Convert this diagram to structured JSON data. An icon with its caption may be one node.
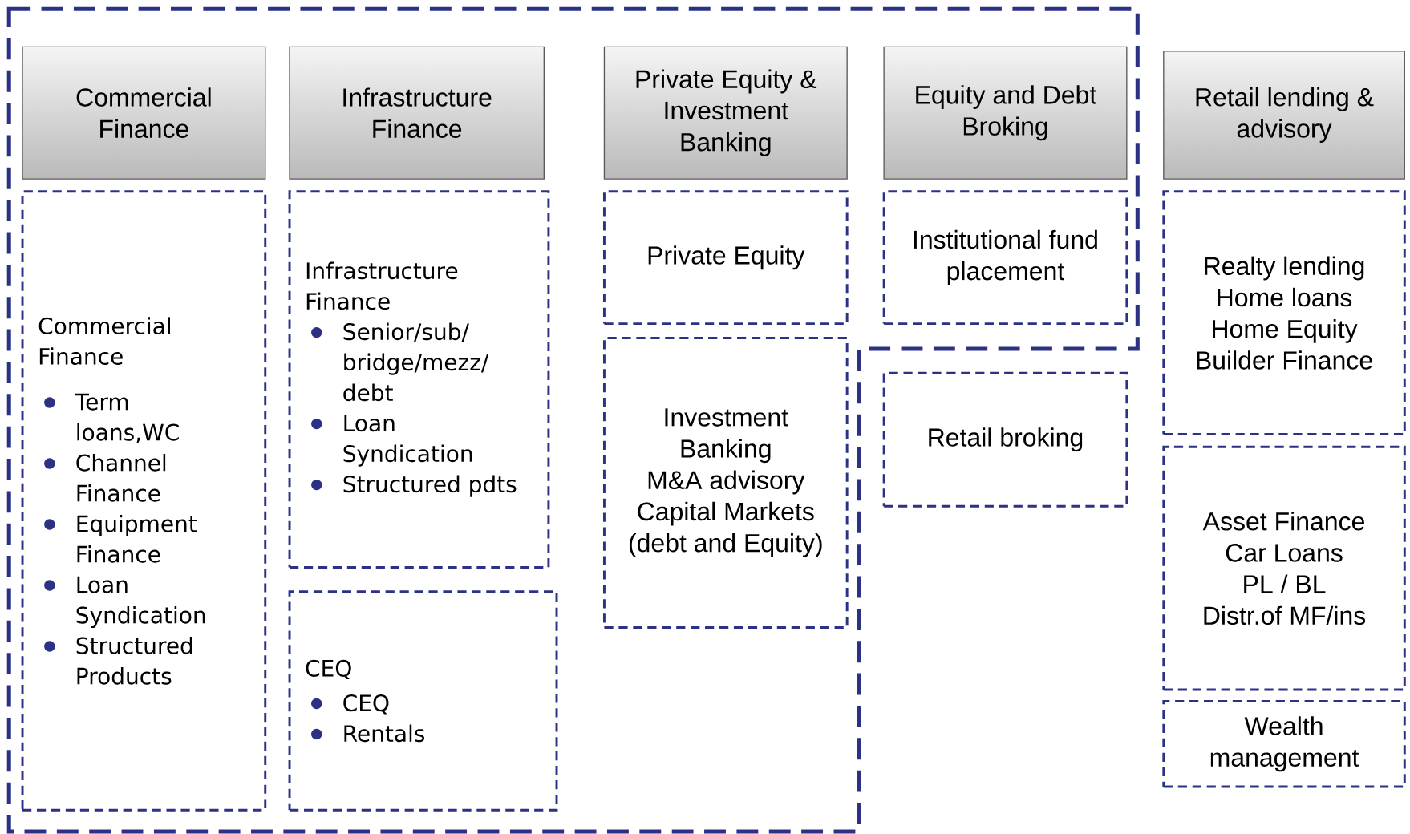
{
  "diagram": {
    "nodes": [
      {
        "text": [
          "Commercial Finance"
        ]
      },
      {
        "text": [
          "Infrastructure Finance"
        ]
      },
      {
        "text": [
          "Private Equity & Investment Banking"
        ]
      },
      {
        "text": [
          "Equity and Debt Broking"
        ]
      },
      {
        "text": [
          "Retail lending & advisory"
        ]
      },
      {
        "text": [
          "Commercial Finance",
          "Term loans,WC",
          "Channel Finance",
          "Equipment Finance",
          "Loan Syndication",
          "Structured Products"
        ]
      },
      {
        "text": [
          "Infrastructure Finance",
          "Senior/sub/bridge/mezz/debt",
          "Loan Syndication",
          "Structured pdts"
        ]
      },
      {
        "text": [
          "CEQ",
          "CEQ",
          "Rentals"
        ]
      },
      {
        "text": [
          "Private Equity"
        ]
      },
      {
        "text": [
          "Investment Banking",
          "M&A advisory",
          "Capital Markets (debt and Equity)"
        ]
      },
      {
        "text": [
          "Institutional fund placement"
        ]
      },
      {
        "text": [
          "Retail broking"
        ]
      },
      {
        "text": [
          "Realty lending",
          "Home loans",
          "Home Equity",
          "Builder Finance"
        ]
      },
      {
        "text": [
          "Asset Finance",
          "Car Loans",
          "PL / BL",
          "Distr.of MF/ins"
        ]
      },
      {
        "text": [
          "Wealth management"
        ]
      }
    ]
  }
}
